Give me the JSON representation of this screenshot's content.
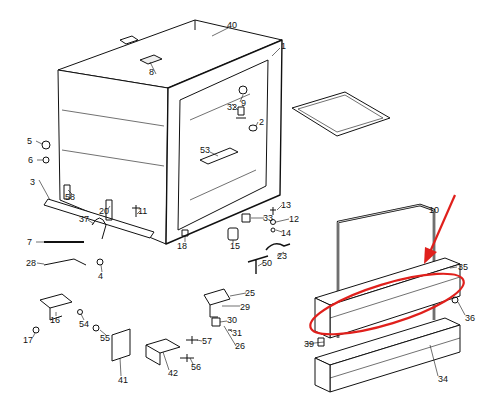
{
  "diagram": {
    "labels": [
      "40",
      "1",
      "8",
      "9",
      "32",
      "2",
      "5",
      "53",
      "6",
      "3",
      "58",
      "13",
      "10",
      "20",
      "11",
      "37",
      "33",
      "12",
      "14",
      "7",
      "18",
      "15",
      "23",
      "28",
      "50",
      "35",
      "4",
      "25",
      "29",
      "36",
      "16",
      "30",
      "54",
      "31",
      "55",
      "17",
      "57",
      "26",
      "39",
      "56",
      "42",
      "41",
      "34"
    ]
  }
}
